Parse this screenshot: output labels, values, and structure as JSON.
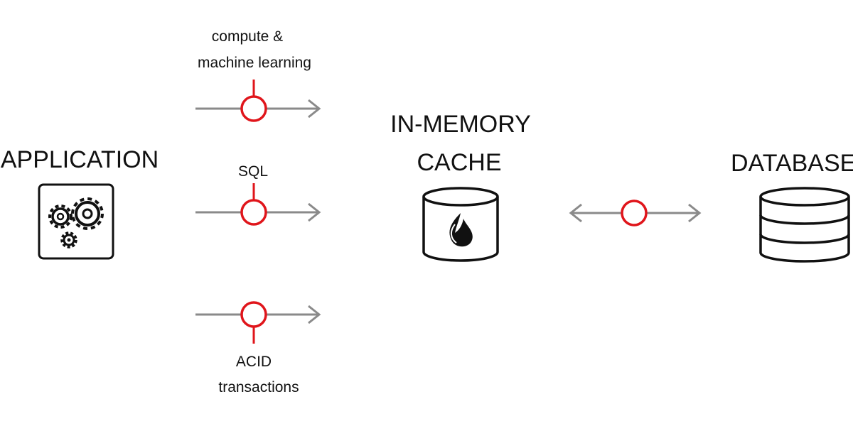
{
  "nodes": {
    "application": {
      "label": "APPLICATION",
      "icon": "gears-icon"
    },
    "cache": {
      "label_line1": "IN-MEMORY",
      "label_line2": "CACHE",
      "icon": "flame-cylinder-icon"
    },
    "database": {
      "label": "DATABASE",
      "icon": "database-icon"
    }
  },
  "channels": [
    {
      "label_line1": "compute &",
      "label_line2": "machine learning",
      "direction": "to-cache"
    },
    {
      "label": "SQL",
      "direction": "to-cache"
    },
    {
      "label_line1": "ACID",
      "label_line2": "transactions",
      "direction": "to-cache"
    }
  ],
  "sync_link": {
    "direction": "bidirectional",
    "between": [
      "cache",
      "database"
    ]
  },
  "colors": {
    "arrow": "#8a8a8a",
    "connector": "#e0151b",
    "text": "#111111",
    "icon": "#111111"
  }
}
